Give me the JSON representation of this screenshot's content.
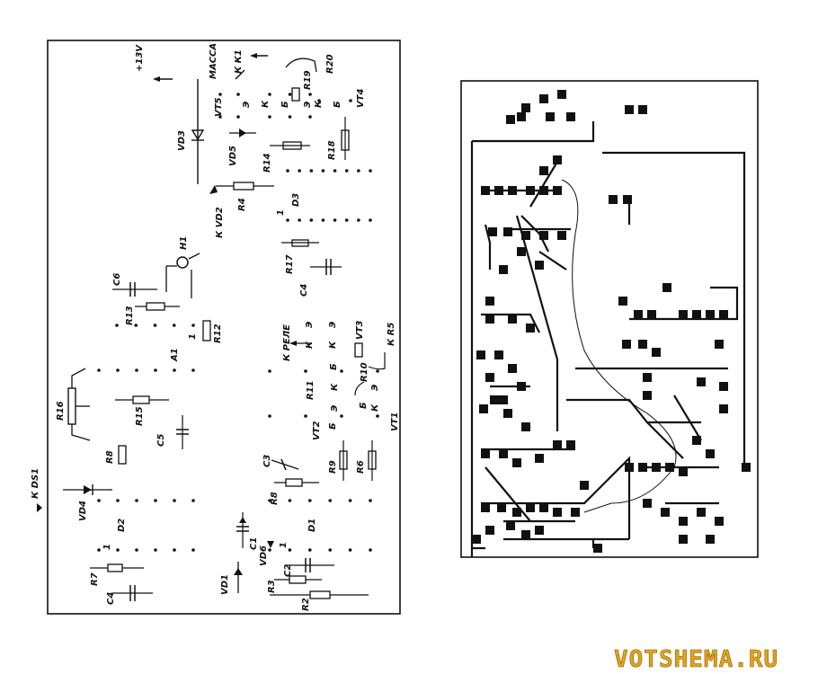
{
  "watermark": "VOTSHEMA.RU",
  "layout_board": {
    "power": "+13V",
    "ground": "МАССА",
    "to_k1": "К К1",
    "to_vd2": "К VD2",
    "to_rele": "К РЕЛЕ",
    "to_r5": "К R5",
    "to_ds1": "К DS1",
    "pin_one": "1",
    "components": {
      "vt5": "VT5",
      "vt4": "VT4",
      "vt3": "VT3",
      "vt2": "VT2",
      "vt1": "VT1",
      "vd1": "VD1",
      "vd3": "VD3",
      "vd4": "VD4",
      "vd5": "VD5",
      "vd6": "VD6",
      "r2": "R2",
      "r3": "R3",
      "r4": "R4",
      "r6": "R6",
      "r7": "R7",
      "r8": "R8",
      "r9": "R9",
      "r10": "R10",
      "r11": "R11",
      "r12": "R12",
      "r13": "R13",
      "r14": "R14",
      "r15": "R15",
      "r16": "R16",
      "r17": "R17",
      "r18": "R18",
      "r19": "R19",
      "r20": "R20",
      "c1": "C1",
      "c2": "C2",
      "c3": "C3",
      "c4a": "C4",
      "c4b": "C4",
      "c5": "C5",
      "c6": "C6",
      "d1": "D1",
      "d2": "D2",
      "d3": "D3",
      "a1": "A1",
      "h1": "H1"
    },
    "pins": {
      "e": "Э",
      "k": "К",
      "b": "Б"
    }
  },
  "colors": {
    "ink": "#111111",
    "paper": "#ffffff",
    "watermark_fill": "#e0a41a"
  }
}
